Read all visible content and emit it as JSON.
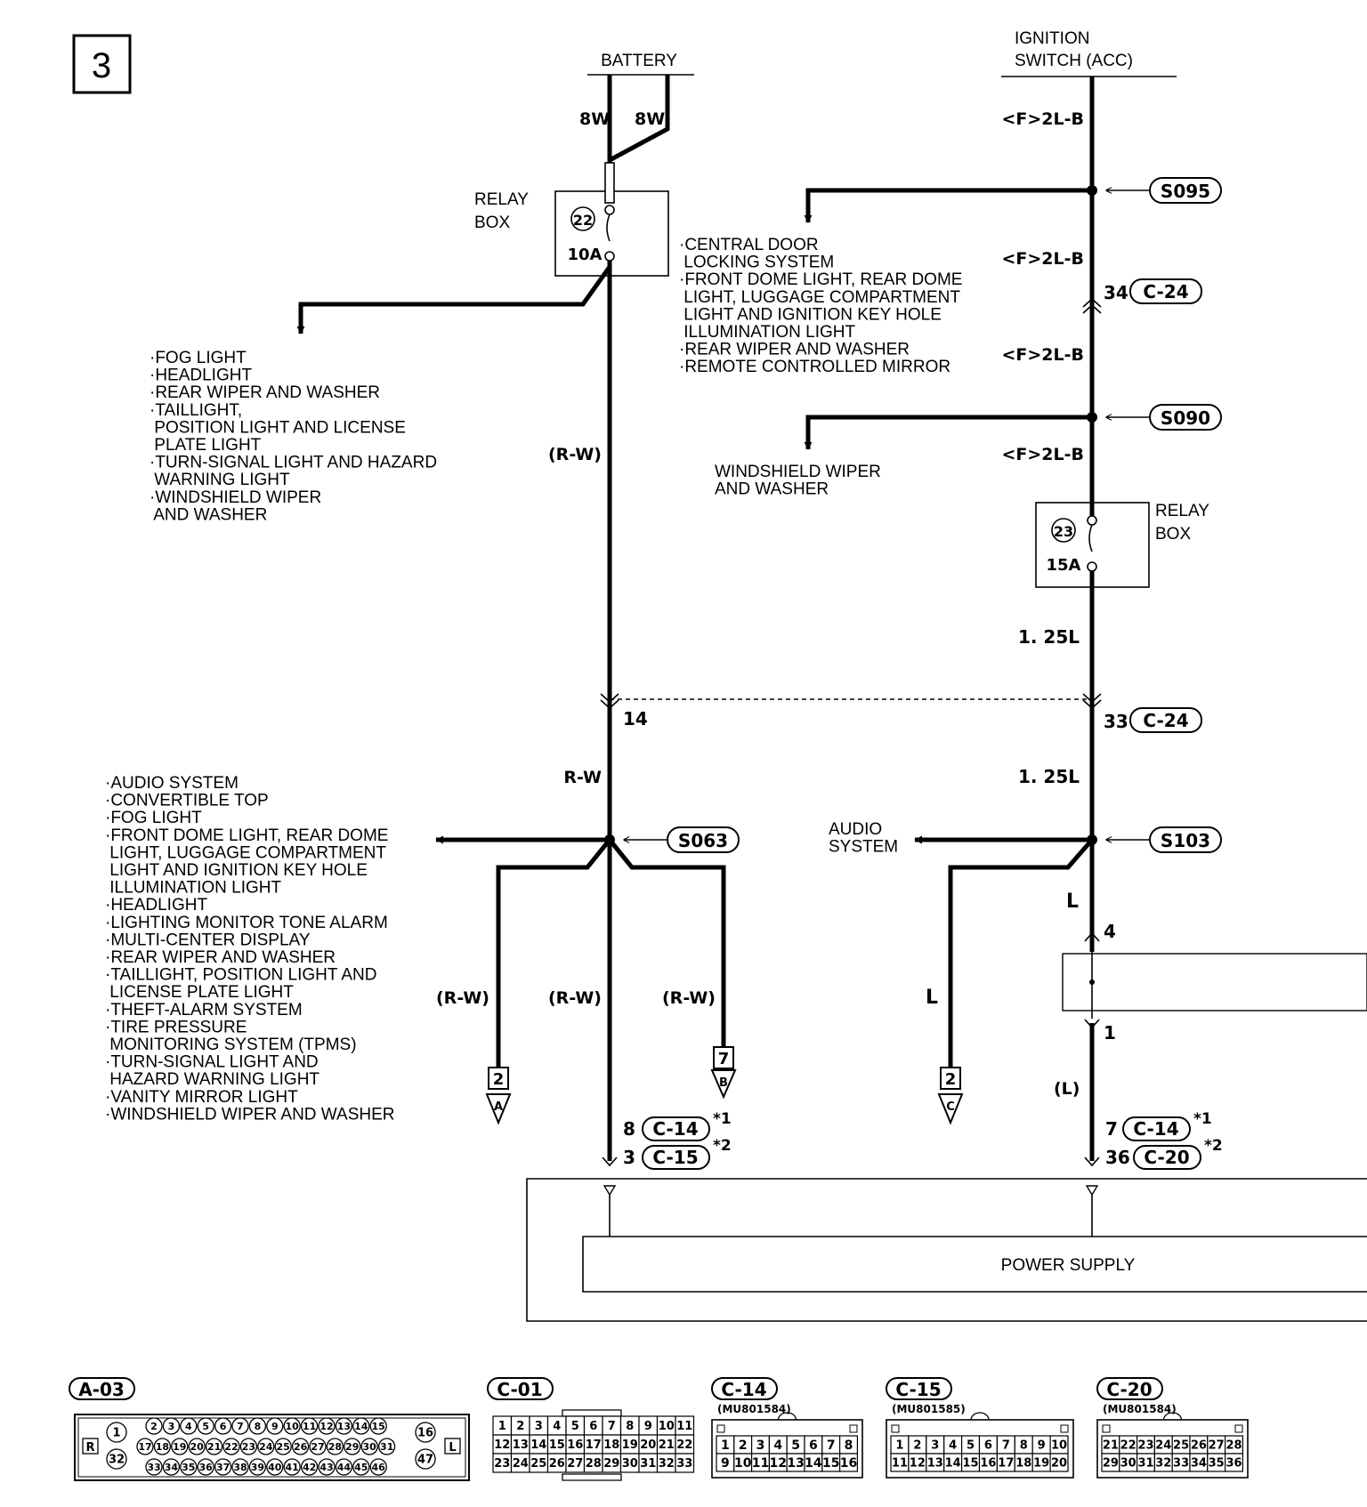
{
  "page_number": "3",
  "power": {
    "battery_label": "BATTERY",
    "battery_wire_left": "8W",
    "battery_wire_right": "8W",
    "ign_label_line1": "IGNITION",
    "ign_label_line2": "SWITCH (ACC)"
  },
  "relay_box_left": {
    "label_line1": "RELAY",
    "label_line2": "BOX",
    "fuse_number": "22",
    "fuse_rating": "10A"
  },
  "relay_box_right": {
    "label_line1": "RELAY",
    "label_line2": "BOX",
    "fuse_number": "23",
    "fuse_rating": "15A"
  },
  "wires": {
    "ign_2lb_1": "<F>2L-B",
    "ign_2lb_2": "<F>2L-B",
    "ign_2lb_3": "<F>2L-B",
    "ign_2lb_4": "<F>2L-B",
    "left_rw_upper": "(R-W)",
    "left_rw_lower": "R-W",
    "right_125l_upper": "1. 25L",
    "right_125l_lower": "1. 25L",
    "right_l": "L",
    "right_l_paren": "(L)",
    "branch_a": "(R-W)",
    "branch_center": "(R-W)",
    "branch_b": "(R-W)",
    "branch_c": "L"
  },
  "splices": {
    "s095": "S095",
    "s090": "S090",
    "s063": "S063",
    "s103": "S103"
  },
  "connectors_inline": {
    "c24_top_pin": "34",
    "c24_top_name": "C-24",
    "c24_mid_pin": "33",
    "c24_mid_name": "C-24",
    "left_pin_14": "14",
    "right_pin_4": "4",
    "right_pin_1": "1",
    "left_c14_pin": "8",
    "left_c14_name": "C-14",
    "left_c14_note": "*1",
    "left_c15_pin": "3",
    "left_c15_name": "C-15",
    "left_c15_note": "*2",
    "right_c14_pin": "7",
    "right_c14_name": "C-14",
    "right_c14_note": "*1",
    "right_c20_pin": "36",
    "right_c20_name": "C-20",
    "right_c20_note": "*2"
  },
  "flags": {
    "a_num": "2",
    "a_letter": "A",
    "b_num": "7",
    "b_letter": "B",
    "c_num": "2",
    "c_letter": "C"
  },
  "lists": {
    "battery_branch": [
      "·FOG LIGHT",
      "·HEADLIGHT",
      "·REAR WIPER AND WASHER",
      "·TAILLIGHT,",
      " POSITION LIGHT AND LICENSE",
      " PLATE LIGHT",
      "·TURN-SIGNAL LIGHT AND HAZARD",
      " WARNING LIGHT",
      "·WINDSHIELD WIPER",
      " AND WASHER"
    ],
    "s095_branch": [
      "·CENTRAL DOOR",
      " LOCKING SYSTEM",
      "·FRONT DOME LIGHT, REAR DOME",
      " LIGHT, LUGGAGE COMPARTMENT",
      " LIGHT AND IGNITION KEY HOLE",
      " ILLUMINATION LIGHT",
      "·REAR WIPER AND WASHER",
      "·REMOTE CONTROLLED MIRROR"
    ],
    "s090_branch": [
      "WINDSHIELD WIPER",
      "AND WASHER"
    ],
    "s063_branch": [
      "·AUDIO SYSTEM",
      "·CONVERTIBLE TOP",
      "·FOG LIGHT",
      "·FRONT DOME LIGHT, REAR DOME",
      " LIGHT, LUGGAGE COMPARTMENT",
      " LIGHT AND IGNITION KEY HOLE",
      " ILLUMINATION LIGHT",
      "·HEADLIGHT",
      "·LIGHTING MONITOR TONE ALARM",
      "·MULTI-CENTER DISPLAY",
      "·REAR WIPER AND WASHER",
      "·TAILLIGHT, POSITION LIGHT AND",
      " LICENSE PLATE LIGHT",
      "·THEFT-ALARM SYSTEM",
      "·TIRE PRESSURE",
      " MONITORING SYSTEM (TPMS)",
      "·TURN-SIGNAL LIGHT AND",
      " HAZARD WARNING LIGHT",
      "·VANITY MIRROR LIGHT",
      "·WINDSHIELD WIPER AND WASHER"
    ],
    "s103_branch": [
      "AUDIO",
      "SYSTEM"
    ]
  },
  "module": {
    "power_supply": "POWER SUPPLY"
  },
  "connector_views": {
    "a03": {
      "name": "A-03",
      "left_mark": "R",
      "right_mark": "L",
      "left_pins": [
        "1",
        "32"
      ],
      "right_pins": [
        "16",
        "47"
      ],
      "row1": [
        "2",
        "3",
        "4",
        "5",
        "6",
        "7",
        "8",
        "9",
        "10",
        "11",
        "12",
        "13",
        "14",
        "15"
      ],
      "row2": [
        "17",
        "18",
        "19",
        "20",
        "21",
        "22",
        "23",
        "24",
        "25",
        "26",
        "27",
        "28",
        "29",
        "30",
        "31"
      ],
      "row3": [
        "33",
        "34",
        "35",
        "36",
        "37",
        "38",
        "39",
        "40",
        "41",
        "42",
        "43",
        "44",
        "45",
        "46"
      ]
    },
    "c01": {
      "name": "C-01",
      "row1": [
        "1",
        "2",
        "3",
        "4",
        "5",
        "6",
        "7",
        "8",
        "9",
        "10",
        "11"
      ],
      "row2": [
        "12",
        "13",
        "14",
        "15",
        "16",
        "17",
        "18",
        "19",
        "20",
        "21",
        "22"
      ],
      "row3": [
        "23",
        "24",
        "25",
        "26",
        "27",
        "28",
        "29",
        "30",
        "31",
        "32",
        "33"
      ]
    },
    "c14": {
      "name": "C-14",
      "part": "(MU801584)",
      "row1": [
        "1",
        "2",
        "3",
        "4",
        "5",
        "6",
        "7",
        "8"
      ],
      "row2": [
        "9",
        "10",
        "11",
        "12",
        "13",
        "14",
        "15",
        "16"
      ]
    },
    "c15": {
      "name": "C-15",
      "part": "(MU801585)",
      "row1": [
        "1",
        "2",
        "3",
        "4",
        "5",
        "6",
        "7",
        "8",
        "9",
        "10"
      ],
      "row2": [
        "11",
        "12",
        "13",
        "14",
        "15",
        "16",
        "17",
        "18",
        "19",
        "20"
      ]
    },
    "c20": {
      "name": "C-20",
      "part": "(MU801584)",
      "row1": [
        "21",
        "22",
        "23",
        "24",
        "25",
        "26",
        "27",
        "28"
      ],
      "row2": [
        "29",
        "30",
        "31",
        "32",
        "33",
        "34",
        "35",
        "36"
      ]
    }
  }
}
